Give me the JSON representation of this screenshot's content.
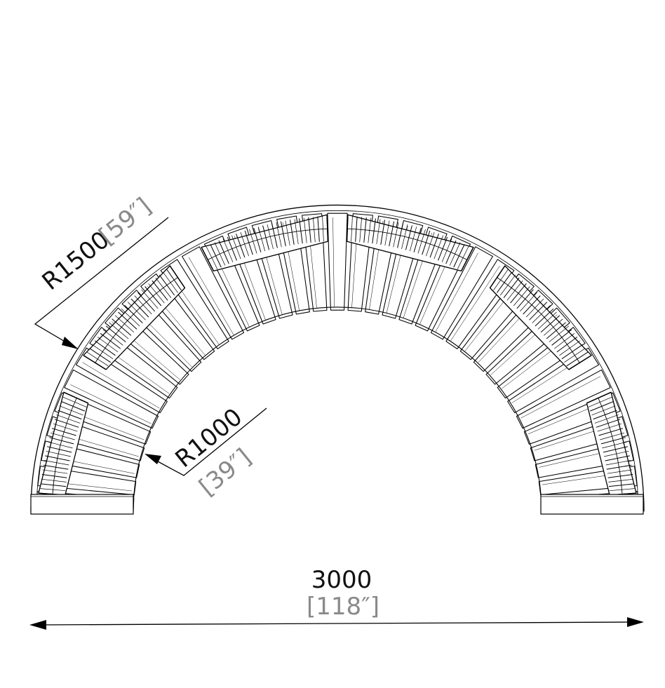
{
  "dimensions": {
    "outer_radius": {
      "value": "R1500",
      "imperial": "[59″]"
    },
    "inner_radius": {
      "value": "R1000",
      "imperial": "[39″]"
    },
    "overall_width": {
      "value": "3000",
      "imperial": "[118″]"
    }
  },
  "colors": {
    "line": "#000000",
    "imperial_text": "#8a8a8a",
    "background": "#ffffff"
  }
}
